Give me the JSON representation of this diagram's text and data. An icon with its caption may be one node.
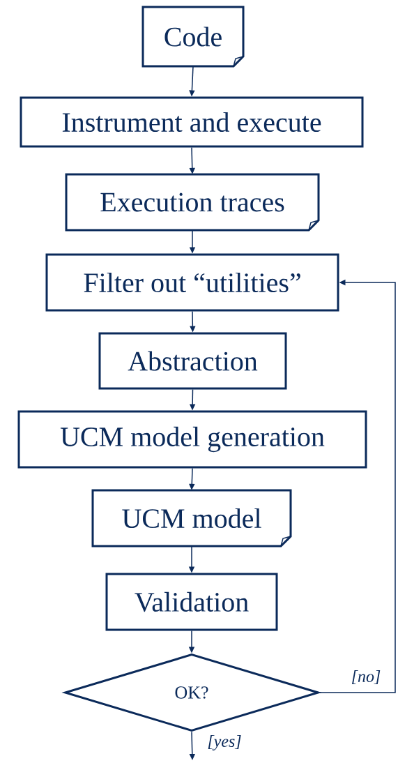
{
  "diagram": {
    "nodes": [
      {
        "text": [
          "Code"
        ]
      },
      {
        "text": [
          "Instrument and execute"
        ]
      },
      {
        "text": [
          "Execution traces"
        ]
      },
      {
        "text": [
          "Filter out “utilities”"
        ]
      },
      {
        "text": [
          "Abstraction"
        ]
      },
      {
        "text": [
          "UCM model generation"
        ]
      },
      {
        "text": [
          "UCM model"
        ]
      },
      {
        "text": [
          "Validation"
        ]
      },
      {
        "text": [
          "OK?"
        ]
      }
    ],
    "edges": [
      {
        "from": 0,
        "to": 1,
        "arrow": "to"
      },
      {
        "from": 1,
        "to": 2,
        "arrow": "to"
      },
      {
        "from": 2,
        "to": 3,
        "arrow": "to"
      },
      {
        "from": 3,
        "to": 4,
        "arrow": "to"
      },
      {
        "from": 4,
        "to": 5,
        "arrow": "to"
      },
      {
        "from": 5,
        "to": 6,
        "arrow": "to"
      },
      {
        "from": 6,
        "to": 7,
        "arrow": "to"
      },
      {
        "from": 7,
        "to": 8,
        "arrow": "to"
      },
      {
        "from": 8,
        "to": 3,
        "arrow": "to",
        "label": "[no]"
      },
      {
        "from": 8,
        "to": null,
        "arrow": "to",
        "label": "[yes]"
      }
    ]
  }
}
